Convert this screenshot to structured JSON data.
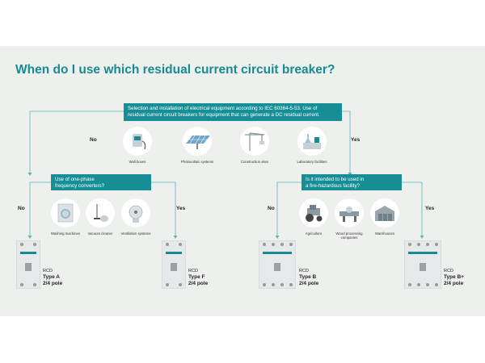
{
  "title": "When do I use which residual current circuit breaker?",
  "top_box": {
    "line1": "Selection and installation of electrical equipment according to IEC 60364-5-53. Use of",
    "line2": "residual current circuit breakers for equipment that can generate a DC residual current."
  },
  "top_branches": {
    "no": "No",
    "yes": "Yes"
  },
  "top_icons": [
    {
      "caption": "Wall boxes",
      "icon": "wallbox-icon"
    },
    {
      "caption": "Photovoltaic systems",
      "icon": "solar-panel-icon"
    },
    {
      "caption": "Construction sites",
      "icon": "crane-icon"
    },
    {
      "caption": "Laboratory facilities",
      "icon": "lab-icon"
    }
  ],
  "left_box": {
    "line1": "Use of one-phase",
    "line2": "frequency converters?",
    "no": "No",
    "yes": "Yes"
  },
  "right_box": {
    "line1": "Is it intended to be used in",
    "line2": "a fire-hazardous facility?",
    "no": "No",
    "yes": "Yes"
  },
  "left_icons": [
    {
      "caption": "Washing machines",
      "icon": "washing-machine-icon"
    },
    {
      "caption": "Vacuum cleaner",
      "icon": "vacuum-icon"
    },
    {
      "caption": "Ventilation systems",
      "icon": "fan-icon"
    }
  ],
  "right_icons": [
    {
      "caption": "Agriculture",
      "icon": "tractor-icon"
    },
    {
      "caption": "Wood processing companies",
      "icon": "saw-icon"
    },
    {
      "caption": "Warehouses",
      "icon": "warehouse-icon"
    }
  ],
  "devices": [
    {
      "small": "RCD",
      "type": "Type A",
      "pole": "2/4 pole"
    },
    {
      "small": "RCD",
      "type": "Type F",
      "pole": "2/4 pole"
    },
    {
      "small": "RCD",
      "type": "Type B",
      "pole": "2/4 pole"
    },
    {
      "small": "RCD",
      "type": "Type B+",
      "pole": "2/4 pole"
    }
  ],
  "colors": {
    "accent": "#168e96",
    "title": "#178a92",
    "panel": "#eef0ee"
  }
}
